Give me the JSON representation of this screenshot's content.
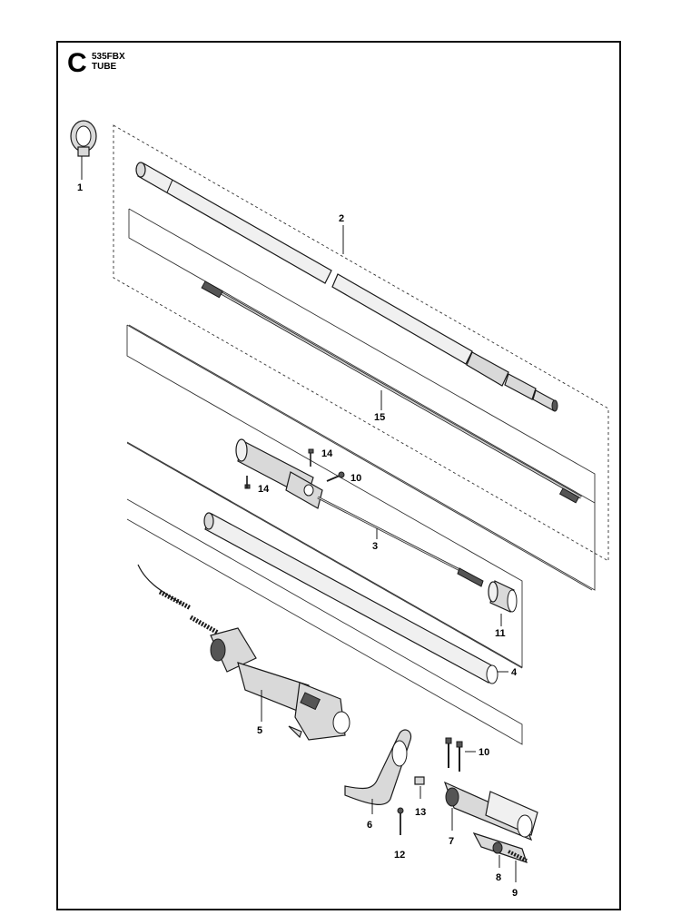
{
  "header": {
    "section_letter": "C",
    "model": "535FBX",
    "assembly": "TUBE"
  },
  "callouts": {
    "p1": "1",
    "p2": "2",
    "p3": "3",
    "p4": "4",
    "p5": "5",
    "p6": "6",
    "p7": "7",
    "p8": "8",
    "p9": "9",
    "p10a": "10",
    "p10b": "10",
    "p11": "11",
    "p12": "12",
    "p13": "13",
    "p14a": "14",
    "p14b": "14",
    "p15": "15"
  },
  "colors": {
    "part_fill": "#d9d9d9",
    "part_dark": "#555555",
    "outline": "#1a1a1a"
  }
}
